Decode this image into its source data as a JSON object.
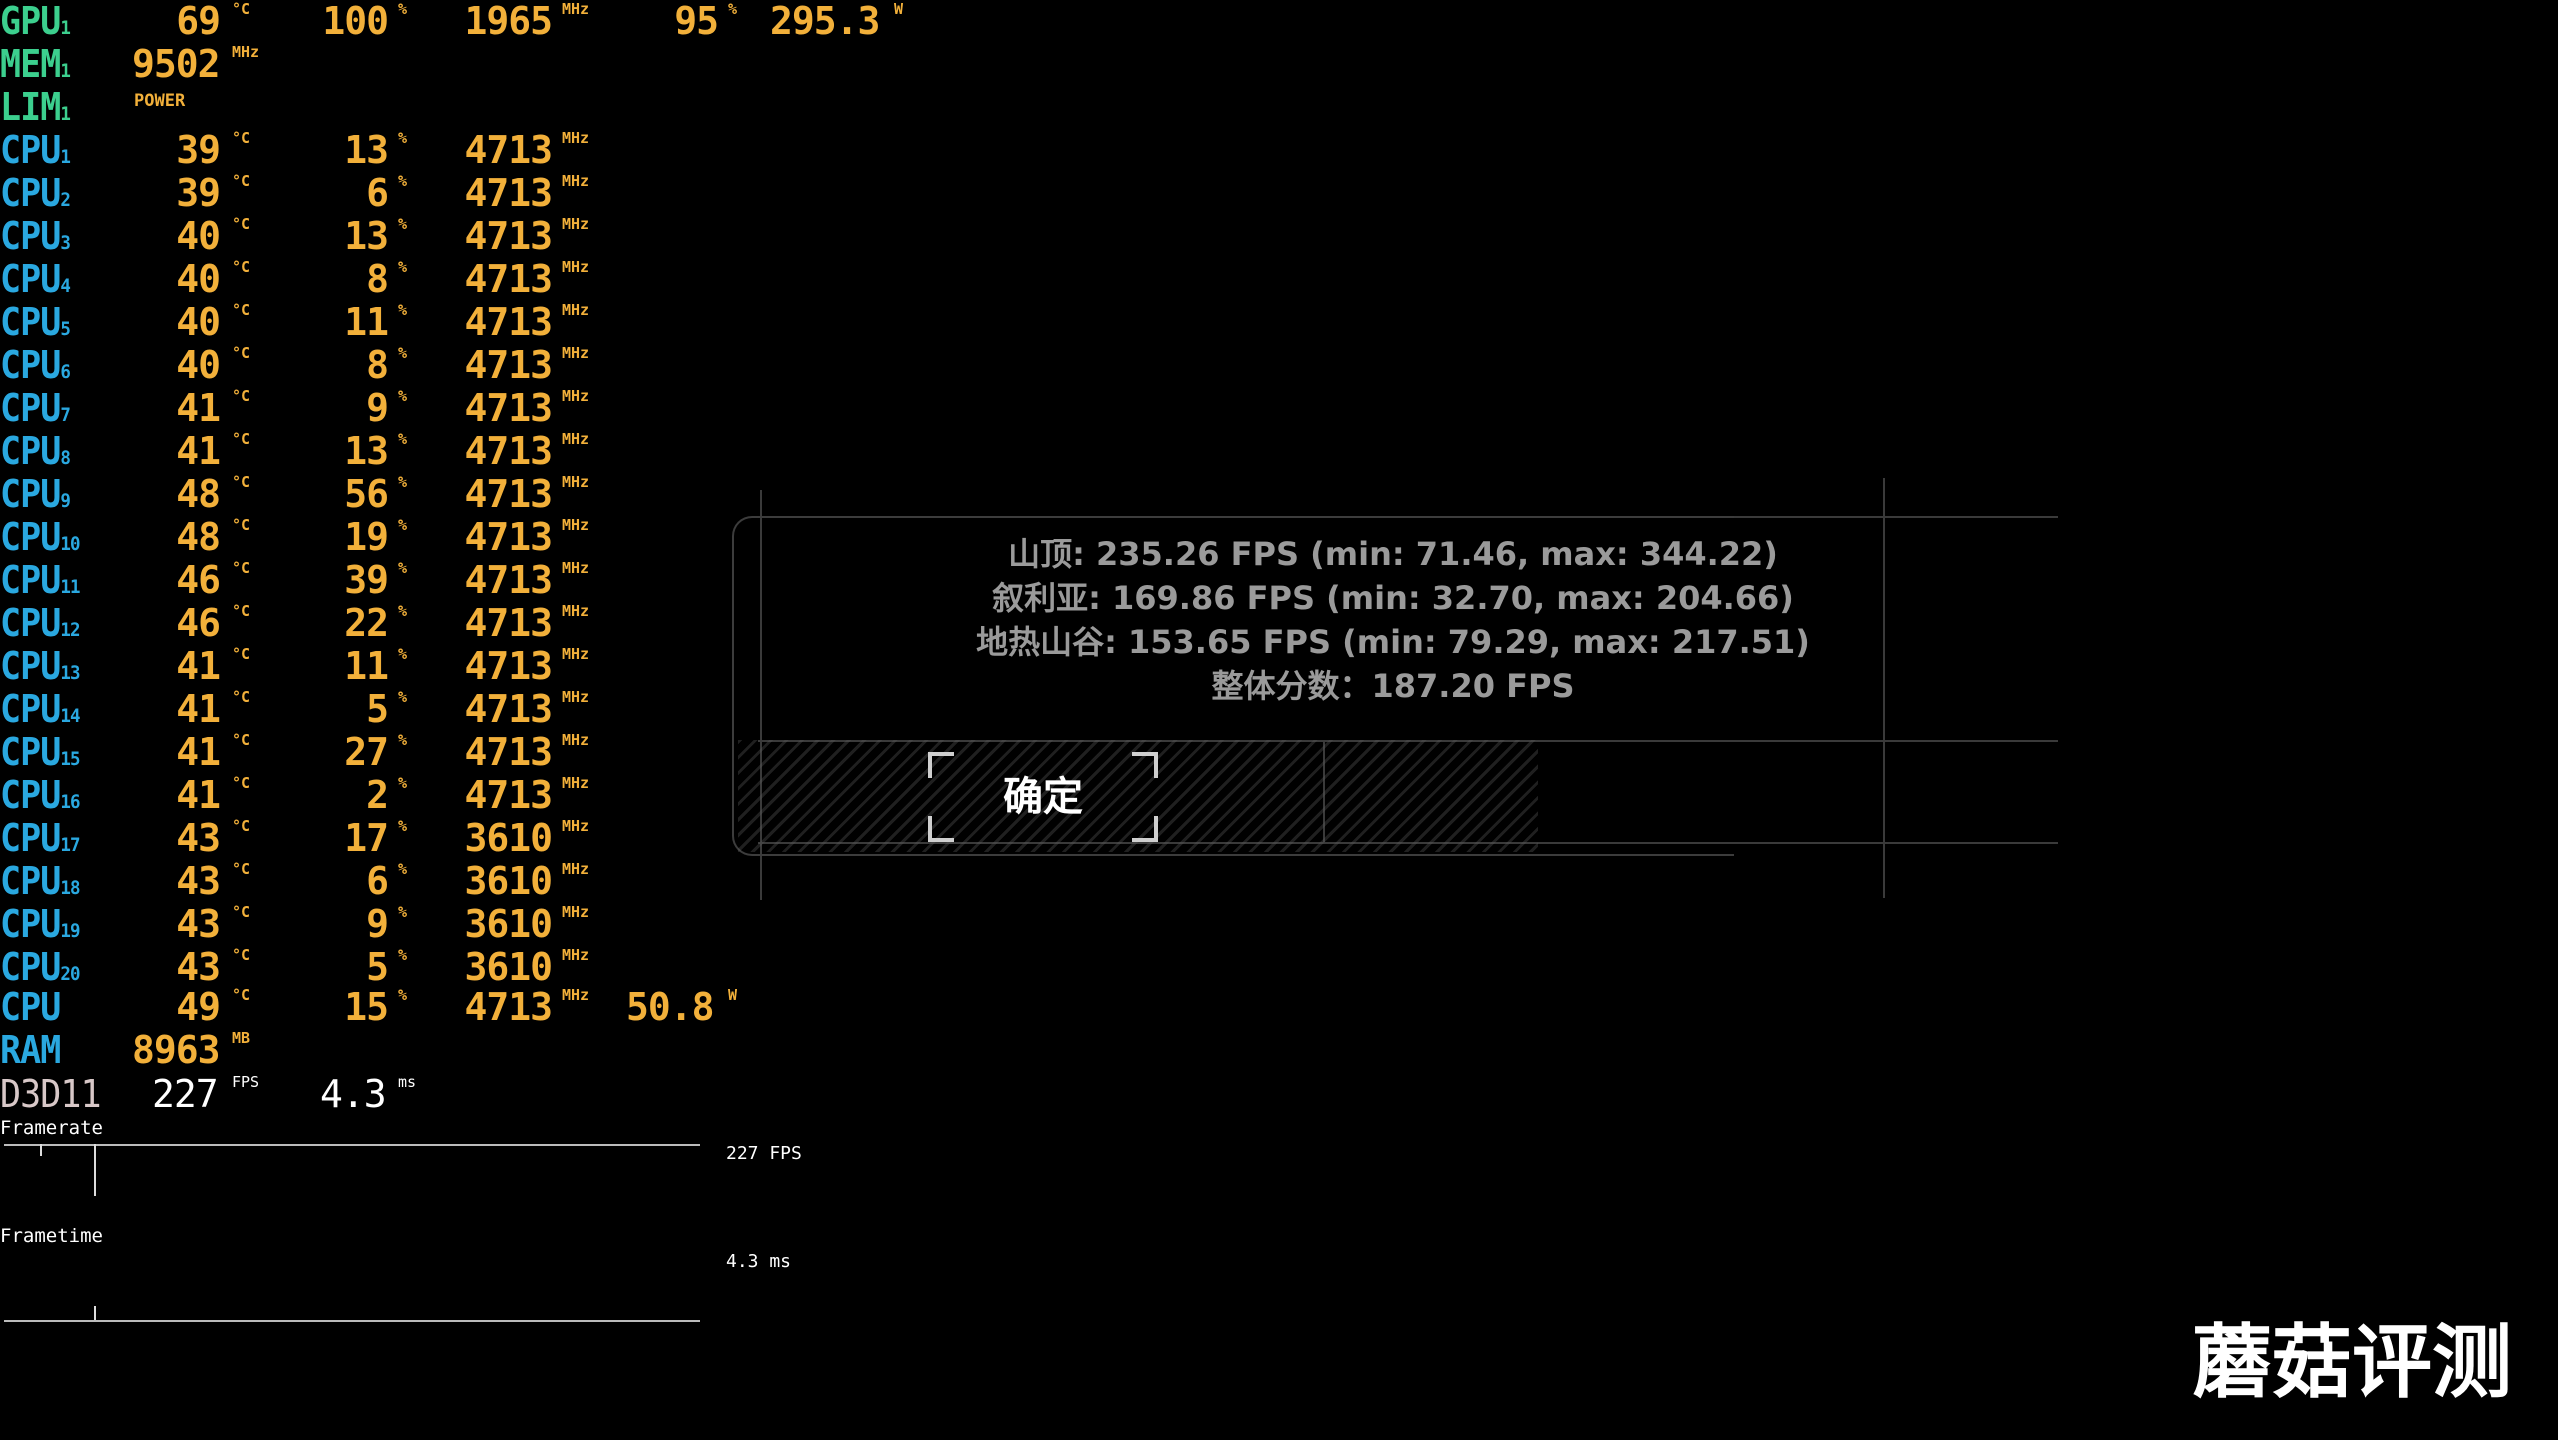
{
  "osd": {
    "gpu": {
      "label": "GPU",
      "sub": "1",
      "temp": "69",
      "temp_unit": "°C",
      "load": "100",
      "load_unit": "%",
      "clock": "1965",
      "clock_unit": "MHz",
      "power_pct": "95",
      "power_pct_unit": "%",
      "power": "295.3",
      "power_unit": "W"
    },
    "mem": {
      "label": "MEM",
      "sub": "1",
      "clock": "9502",
      "clock_unit": "MHz"
    },
    "lim": {
      "label": "LIM",
      "sub": "1",
      "value": "POWER"
    },
    "cpus": [
      {
        "label": "CPU",
        "sub": "1",
        "temp": "39",
        "load": "13",
        "clock": "4713"
      },
      {
        "label": "CPU",
        "sub": "2",
        "temp": "39",
        "load": "6",
        "clock": "4713"
      },
      {
        "label": "CPU",
        "sub": "3",
        "temp": "40",
        "load": "13",
        "clock": "4713"
      },
      {
        "label": "CPU",
        "sub": "4",
        "temp": "40",
        "load": "8",
        "clock": "4713"
      },
      {
        "label": "CPU",
        "sub": "5",
        "temp": "40",
        "load": "11",
        "clock": "4713"
      },
      {
        "label": "CPU",
        "sub": "6",
        "temp": "40",
        "load": "8",
        "clock": "4713"
      },
      {
        "label": "CPU",
        "sub": "7",
        "temp": "41",
        "load": "9",
        "clock": "4713"
      },
      {
        "label": "CPU",
        "sub": "8",
        "temp": "41",
        "load": "13",
        "clock": "4713"
      },
      {
        "label": "CPU",
        "sub": "9",
        "temp": "48",
        "load": "56",
        "clock": "4713"
      },
      {
        "label": "CPU",
        "sub": "10",
        "temp": "48",
        "load": "19",
        "clock": "4713"
      },
      {
        "label": "CPU",
        "sub": "11",
        "temp": "46",
        "load": "39",
        "clock": "4713"
      },
      {
        "label": "CPU",
        "sub": "12",
        "temp": "46",
        "load": "22",
        "clock": "4713"
      },
      {
        "label": "CPU",
        "sub": "13",
        "temp": "41",
        "load": "11",
        "clock": "4713"
      },
      {
        "label": "CPU",
        "sub": "14",
        "temp": "41",
        "load": "5",
        "clock": "4713"
      },
      {
        "label": "CPU",
        "sub": "15",
        "temp": "41",
        "load": "27",
        "clock": "4713"
      },
      {
        "label": "CPU",
        "sub": "16",
        "temp": "41",
        "load": "2",
        "clock": "4713"
      },
      {
        "label": "CPU",
        "sub": "17",
        "temp": "43",
        "load": "17",
        "clock": "3610"
      },
      {
        "label": "CPU",
        "sub": "18",
        "temp": "43",
        "load": "6",
        "clock": "3610"
      },
      {
        "label": "CPU",
        "sub": "19",
        "temp": "43",
        "load": "9",
        "clock": "3610"
      },
      {
        "label": "CPU",
        "sub": "20",
        "temp": "43",
        "load": "5",
        "clock": "3610"
      }
    ],
    "units": {
      "temp": "°C",
      "load": "%",
      "clock": "MHz"
    },
    "cpu_total": {
      "label": "CPU",
      "temp": "49",
      "load": "15",
      "clock": "4713",
      "power": "50.8",
      "power_unit": "W"
    },
    "ram": {
      "label": "RAM",
      "value": "8963",
      "unit": "MB"
    },
    "d3d": {
      "label": "D3D11",
      "fps": "227",
      "fps_unit": "FPS",
      "frametime": "4.3",
      "frametime_unit": "ms"
    },
    "graphs": {
      "framerate_label": "Framerate",
      "framerate_value": "227 FPS",
      "frametime_label": "Frametime",
      "frametime_value": "4.3 ms"
    }
  },
  "results": {
    "lines": [
      "山顶: 235.26 FPS (min: 71.46, max: 344.22)",
      "叙利亚: 169.86 FPS (min: 32.70, max: 204.66)",
      "地热山谷: 153.65 FPS (min: 79.29, max: 217.51)",
      "整体分数：187.20 FPS"
    ],
    "confirm_label": "确定"
  },
  "watermark": "蘑菇评测"
}
